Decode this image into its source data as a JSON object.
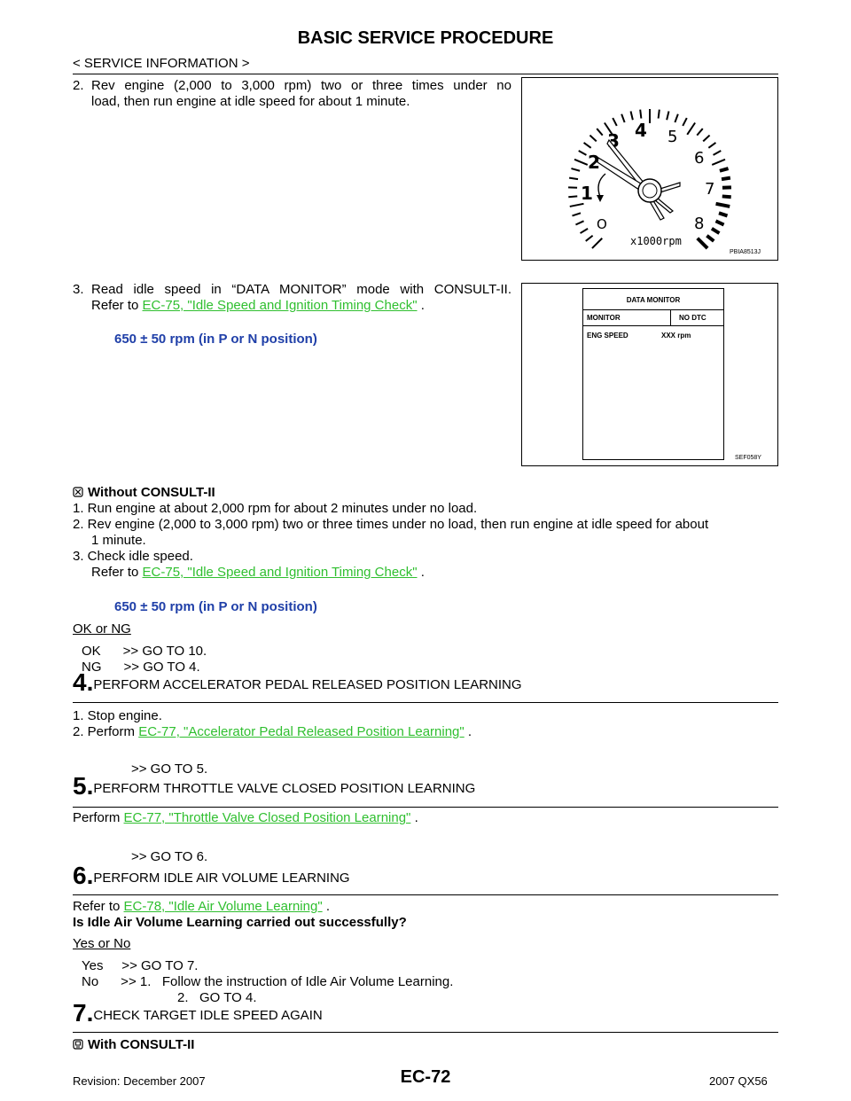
{
  "header": {
    "title": "BASIC SERVICE PROCEDURE",
    "subtitle": "< SERVICE INFORMATION >"
  },
  "top": {
    "step2_num": "2.",
    "step2_line1": "Rev engine (2,000 to 3,000 rpm) two or three times under no",
    "step2_line2": "load, then run engine at idle speed for about 1 minute.",
    "step3_num": "3.",
    "step3_line1": "Read idle speed in “DATA MONITOR” mode with CONSULT-II.",
    "step3_refer": "Refer to",
    "step3_link": "EC-75, \"Idle Speed and Ignition Timing Check\"",
    "period": ".",
    "spec": "650 ± 50 rpm (in P or N position)"
  },
  "figure_tach": {
    "dial_numbers": [
      "O",
      "1",
      "2",
      "3",
      "4",
      "5",
      "6",
      "7",
      "8"
    ],
    "unit": "x1000rpm",
    "id": "PBIA8513J"
  },
  "figure_monitor": {
    "heading": "DATA MONITOR",
    "col1": "MONITOR",
    "col2": "NO DTC",
    "item": "ENG SPEED",
    "value": "XXX rpm",
    "id": "SEF058Y"
  },
  "without": {
    "heading": "Without CONSULT-II",
    "s1": "1.  Run engine at about 2,000 rpm for about 2 minutes under no load.",
    "s2_line1": "2.  Rev engine (2,000 to 3,000 rpm) two or three times under no load, then run engine at idle speed for about",
    "s2_line2": "1 minute.",
    "s3_line1": "3.  Check idle speed.",
    "s3_refer": "Refer to",
    "s3_link": "EC-75, \"Idle Speed and Ignition Timing Check\"",
    "spec": "650 ± 50 rpm (in P or N position)",
    "oknq": "OK or NG",
    "ok": "OK      >> GO TO 10.",
    "ng": "NG      >> GO TO 4."
  },
  "step4": {
    "num": "4.",
    "title": "PERFORM ACCELERATOR PEDAL RELEASED POSITION LEARNING",
    "s1": "1.  Stop engine.",
    "s2_prefix": "2.  Perform",
    "s2_link": "EC-77, \"Accelerator Pedal Released Position Learning\"",
    "goto": ">> GO TO 5."
  },
  "step5": {
    "num": "5.",
    "title": "PERFORM THROTTLE VALVE CLOSED POSITION LEARNING",
    "prefix": "Perform",
    "link": "EC-77, \"Throttle Valve Closed Position Learning\"",
    "goto": ">> GO TO 6."
  },
  "step6": {
    "num": "6.",
    "title": "PERFORM IDLE AIR VOLUME LEARNING",
    "refer": "Refer to",
    "link": "EC-78, \"Idle Air Volume Learning\"",
    "question": "Is Idle Air Volume Learning carried out successfully?",
    "yesno": "Yes or No",
    "yes": "Yes     >> GO TO 7.",
    "no1": "No      >> 1.   Follow the instruction of Idle Air Volume Learning.",
    "no2": "2.   GO TO 4."
  },
  "step7": {
    "num": "7.",
    "title": "CHECK TARGET IDLE SPEED AGAIN",
    "with": "With CONSULT-II"
  },
  "footer": {
    "revision": "Revision: December 2007",
    "page": "EC-72",
    "model": "2007 QX56"
  }
}
